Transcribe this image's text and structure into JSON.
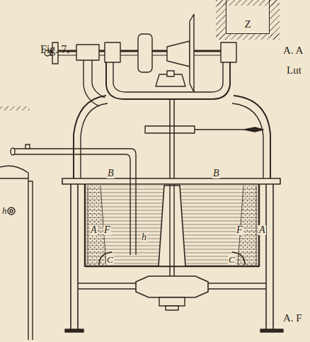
{
  "diagram": {
    "nodes": [
      {
        "text": [
          "Z"
        ]
      }
    ],
    "labels": [
      "Fig. 7.",
      "A. A",
      "Lut",
      "A. F",
      "B",
      "B",
      "A",
      "A",
      "F",
      "F",
      "h",
      "C",
      "C",
      "h"
    ]
  }
}
